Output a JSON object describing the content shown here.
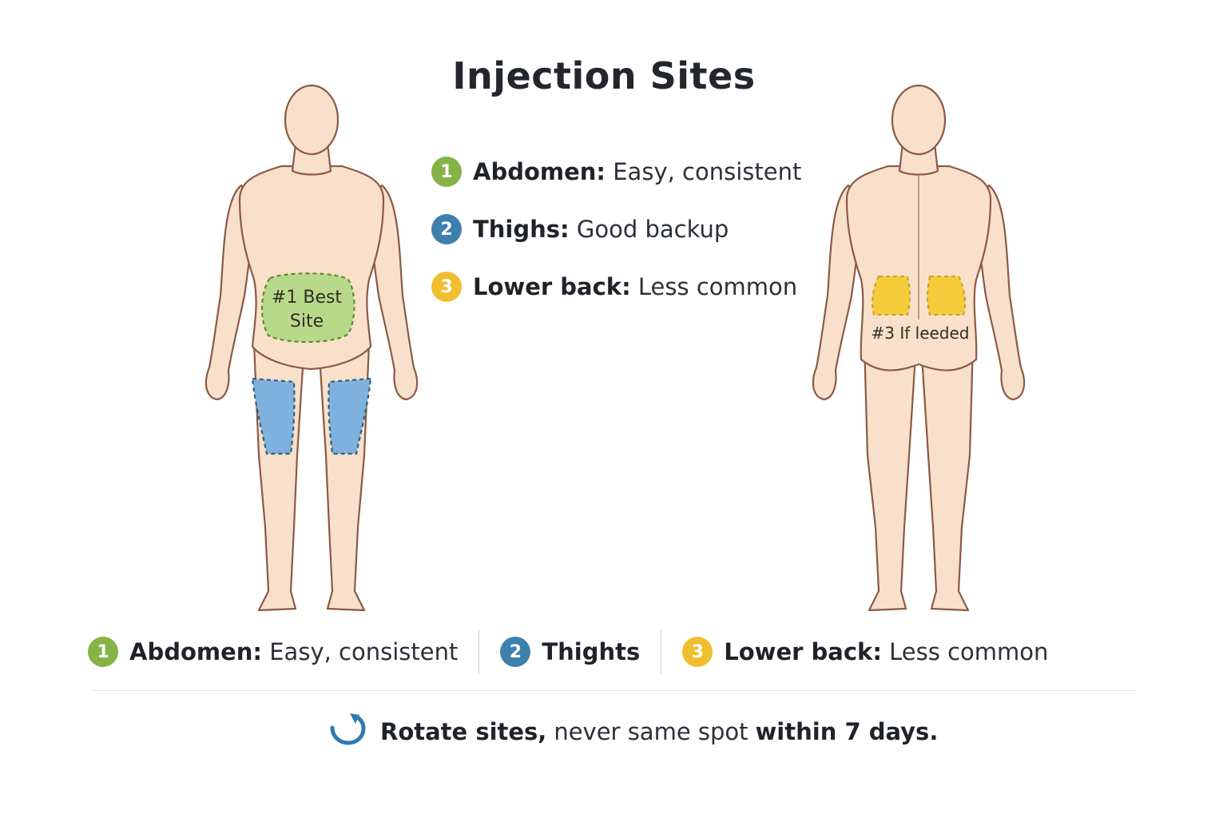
{
  "title": "Injection Sites",
  "top_legend": [
    {
      "num": "1",
      "label": "Abdomen:",
      "desc": "Easy, consistent"
    },
    {
      "num": "2",
      "label": "Thighs:",
      "desc": "Good backup"
    },
    {
      "num": "3",
      "label": "Lower back:",
      "desc": "Less common"
    }
  ],
  "front_figure": {
    "abdomen_label_line1": "#1 Best",
    "abdomen_label_line2": "Site"
  },
  "back_figure": {
    "lower_back_label": "#3 If leeded"
  },
  "bottom_legend": [
    {
      "num": "1",
      "label": "Abdomen:",
      "desc": "Easy, consistent"
    },
    {
      "num": "2",
      "label": "Thights",
      "desc": ""
    },
    {
      "num": "3",
      "label": "Lower back:",
      "desc": "Less common"
    }
  ],
  "tip": {
    "icon": "rotate-arrow-icon",
    "bold1": "Rotate sites,",
    "regular": "never same spot",
    "bold2": "within 7 days."
  },
  "colors": {
    "abdomen": "#b8d98a",
    "thighs": "#7fb2de",
    "lower_back": "#f5cc3c",
    "skin": "#f9dfc8",
    "outline": "#8a5a45"
  }
}
